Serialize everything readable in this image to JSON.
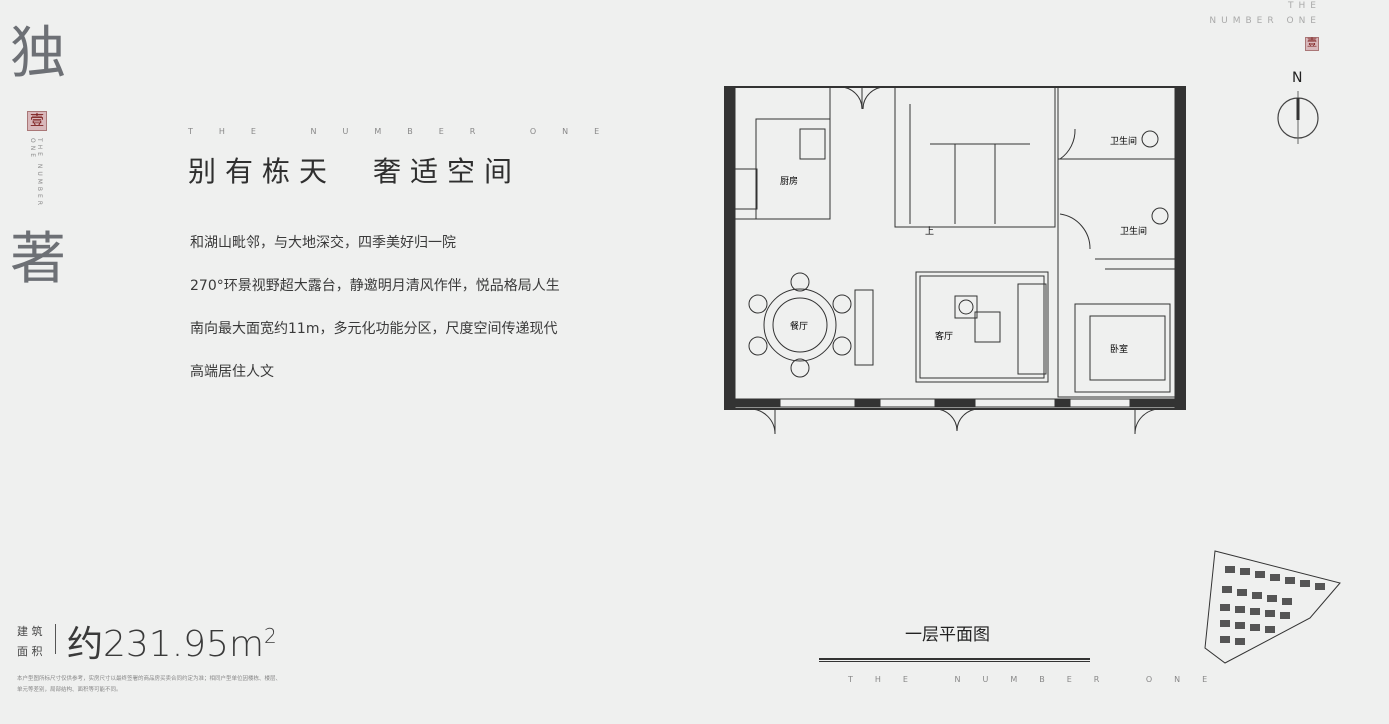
{
  "left": {
    "char1": "独",
    "char2": "著",
    "seal_text": "壹",
    "vertical_tagline": "THE NUMBER ONE"
  },
  "top_right": {
    "line1": "THE",
    "line2": "NUMBER ONE",
    "seal_text": "壹",
    "compass_label": "N"
  },
  "intro": {
    "tagline": "THE NUMBER ONE",
    "headline": "别有栋天　奢适空间",
    "lines": [
      "和湖山毗邻，与大地深交，四季美好归一院",
      "270°环景视野超大露台，静邀明月清风作伴，悦品格局人生",
      "南向最大面宽约11m，多元化功能分区，尺度空间传递现代",
      "高端居住人文"
    ]
  },
  "area": {
    "label_line1": "建 筑",
    "label_line2": "面 积",
    "value": "约231.95m",
    "sup": "2",
    "disclaimer_line1": "本户型图所标尺寸仅供参考，实房尺寸以最终签署的商品房买卖合同约定为准；相同户型单位因楼栋、楼层、",
    "disclaimer_line2": "单元等差别，局部结构、面积等可能不同。"
  },
  "plan": {
    "title": "一层平面图",
    "tagline": "THE NUMBER ONE",
    "rooms": {
      "kitchen": "厨房",
      "dining": "餐厅",
      "living": "客厅",
      "stairs": "上",
      "bath1": "卫生间",
      "bath2": "卫生间",
      "bedroom": "卧室"
    }
  }
}
